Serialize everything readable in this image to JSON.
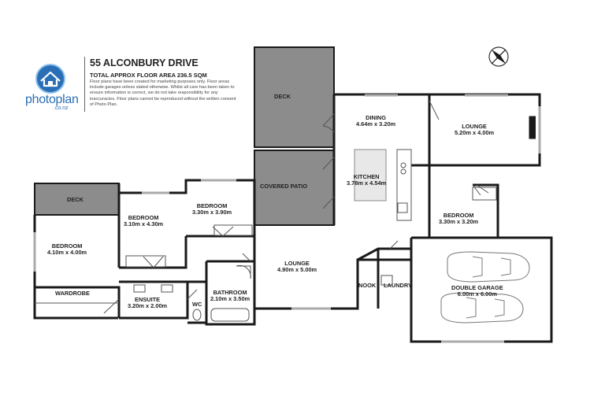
{
  "header": {
    "brand_name": "photoplan",
    "brand_domain": ".co.nz",
    "address": "55 ALCONBURY DRIVE",
    "total_area": "TOTAL APPROX FLOOR AREA 236.5 SQM",
    "disclaimer": "Floor plans have been created for marketing purposes only. Floor areas include garages unless stated otherwise. Whilst all care has been taken to ensure information is correct, we do not take responsibility for any inaccuracies. Floor plans cannot be reproduced without the written consent of Photo Plan."
  },
  "rooms": {
    "deck_top": {
      "name": "DECK"
    },
    "dining": {
      "name": "DINING",
      "dims": "4.64m  x 3.20m"
    },
    "lounge_right": {
      "name": "LOUNGE",
      "dims": "5.20m  x 4.00m"
    },
    "kitchen": {
      "name": "KITCHEN",
      "dims": "3.78m  x 4.54m"
    },
    "covered_patio": {
      "name": "COVERED PATIO"
    },
    "bedroom_mid": {
      "name": "BEDROOM",
      "dims": "3.30m  x 3.90m"
    },
    "deck_left": {
      "name": "DECK"
    },
    "bedroom_left2": {
      "name": "BEDROOM",
      "dims": "3.10m  x 4.30m"
    },
    "bedroom_master": {
      "name": "BEDROOM",
      "dims": "4.10m  x 4.00m"
    },
    "bedroom_right": {
      "name": "BEDROOM",
      "dims": "3.30m  x 3.20m"
    },
    "lounge_center": {
      "name": "LOUNGE",
      "dims": "4.90m  x 5.00m"
    },
    "wardrobe": {
      "name": "WARDROBE"
    },
    "ensuite": {
      "name": "ENSUITE",
      "dims": "3.20m  x 2.00m"
    },
    "wc": {
      "name": "WC"
    },
    "bathroom": {
      "name": "BATHROOM",
      "dims": "2.10m  x 3.50m"
    },
    "nook": {
      "name": "NOOK"
    },
    "laundry": {
      "name": "LAUNDRY"
    },
    "garage": {
      "name": "DOUBLE GARAGE",
      "dims": "6.00m  x 6.00m"
    }
  },
  "icons": [
    "house-logo-icon",
    "compass-icon",
    "car-icon"
  ],
  "colors": {
    "brand": "#2a6fb5",
    "outdoor_fill": "#8c8c8c",
    "wall": "#1a1a1a"
  }
}
